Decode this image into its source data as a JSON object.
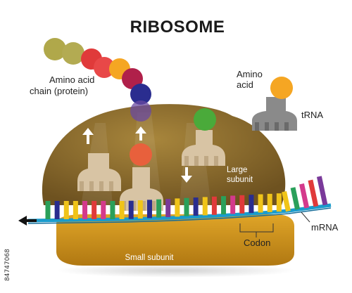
{
  "title": "RIBOSOME",
  "labels": {
    "amino_acid_chain_line1": "Amino acid",
    "amino_acid_chain_line2": "chain (protein)",
    "amino_acid_line1": "Amino",
    "amino_acid_line2": "acid",
    "trna": "tRNA",
    "large_subunit_line1": "Large",
    "large_subunit_line2": "subunit",
    "small_subunit": "Small subunit",
    "codon": "Codon",
    "mrna": "mRNA"
  },
  "stock_id": "84747068",
  "colors": {
    "large_subunit": "#8a6a2a",
    "small_subunit": "#c8901c",
    "mrna_backbone": "#1a9ccd",
    "trna": "#d8c4a4",
    "free_trna": "#8a8a8a",
    "amino_acid_orange": "#f5a623"
  },
  "protein_chain_colors": [
    "#b0a84a",
    "#b3ab52",
    "#e03a3a",
    "#e84848",
    "#f5a623",
    "#b0204a",
    "#2a2d8f",
    "#6a4aa0"
  ],
  "mrna_base_colors": [
    "#2aa05a",
    "#2a2d8f",
    "#f0c419",
    "#f0c419",
    "#d43a8c",
    "#e03a3a",
    "#d43a8c",
    "#2aa05a",
    "#f0c419",
    "#2a2d8f",
    "#f0c419",
    "#2a2d8f",
    "#2aa05a",
    "#7a3a9a",
    "#f0c419",
    "#2aa05a",
    "#2a2d8f",
    "#f0c419",
    "#e03a3a",
    "#2aa05a",
    "#d43a8c",
    "#e03a3a",
    "#2a2d8f",
    "#f0c419",
    "#f0c419",
    "#f0c419",
    "#f0c419",
    "#2aa05a",
    "#d43a8c",
    "#e03a3a",
    "#7a3a9a"
  ]
}
